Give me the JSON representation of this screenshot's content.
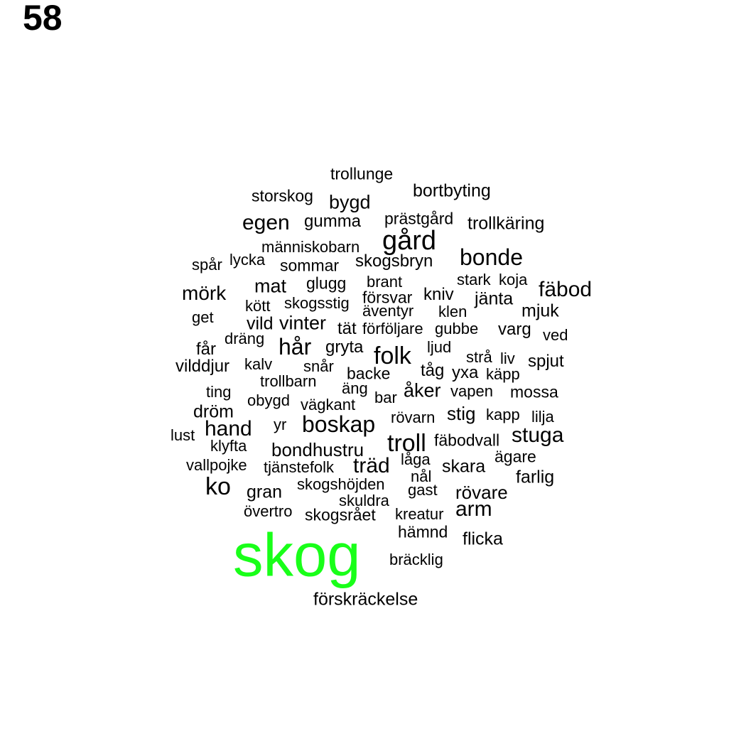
{
  "page_label": "58",
  "highlight_color": "#19ff19",
  "text_color": "#000000",
  "words": [
    {
      "text": "trollunge"
    },
    {
      "text": "storskog"
    },
    {
      "text": "bygd"
    },
    {
      "text": "bortbyting"
    },
    {
      "text": "egen"
    },
    {
      "text": "gumma"
    },
    {
      "text": "prästgård"
    },
    {
      "text": "trollkäring"
    },
    {
      "text": "gård"
    },
    {
      "text": "människobarn"
    },
    {
      "text": "bonde"
    },
    {
      "text": "spår"
    },
    {
      "text": "lycka"
    },
    {
      "text": "sommar"
    },
    {
      "text": "skogsbryn"
    },
    {
      "text": "stark"
    },
    {
      "text": "koja"
    },
    {
      "text": "mörk"
    },
    {
      "text": "mat"
    },
    {
      "text": "glugg"
    },
    {
      "text": "brant"
    },
    {
      "text": "fäbod"
    },
    {
      "text": "försvar"
    },
    {
      "text": "kniv"
    },
    {
      "text": "jänta"
    },
    {
      "text": "kött"
    },
    {
      "text": "skogsstig"
    },
    {
      "text": "äventyr"
    },
    {
      "text": "klen"
    },
    {
      "text": "mjuk"
    },
    {
      "text": "get"
    },
    {
      "text": "vild"
    },
    {
      "text": "vinter"
    },
    {
      "text": "tät"
    },
    {
      "text": "förföljare"
    },
    {
      "text": "gubbe"
    },
    {
      "text": "varg"
    },
    {
      "text": "ved"
    },
    {
      "text": "dräng"
    },
    {
      "text": "hår"
    },
    {
      "text": "gryta"
    },
    {
      "text": "ljud"
    },
    {
      "text": "folk"
    },
    {
      "text": "får"
    },
    {
      "text": "strå"
    },
    {
      "text": "liv"
    },
    {
      "text": "spjut"
    },
    {
      "text": "vilddjur"
    },
    {
      "text": "kalv"
    },
    {
      "text": "snår"
    },
    {
      "text": "backe"
    },
    {
      "text": "tåg"
    },
    {
      "text": "yxa"
    },
    {
      "text": "käpp"
    },
    {
      "text": "trollbarn"
    },
    {
      "text": "äng"
    },
    {
      "text": "åker"
    },
    {
      "text": "vapen"
    },
    {
      "text": "mossa"
    },
    {
      "text": "ting"
    },
    {
      "text": "obygd"
    },
    {
      "text": "bar"
    },
    {
      "text": "vägkant"
    },
    {
      "text": "dröm"
    },
    {
      "text": "rövarn"
    },
    {
      "text": "stig"
    },
    {
      "text": "kapp"
    },
    {
      "text": "lilja"
    },
    {
      "text": "boskap"
    },
    {
      "text": "hand"
    },
    {
      "text": "yr"
    },
    {
      "text": "lust"
    },
    {
      "text": "troll"
    },
    {
      "text": "stuga"
    },
    {
      "text": "fäbodvall"
    },
    {
      "text": "klyfta"
    },
    {
      "text": "bondhustru"
    },
    {
      "text": "ägare"
    },
    {
      "text": "låga"
    },
    {
      "text": "vallpojke"
    },
    {
      "text": "tjänstefolk"
    },
    {
      "text": "träd"
    },
    {
      "text": "skara"
    },
    {
      "text": "farlig"
    },
    {
      "text": "nål"
    },
    {
      "text": "ko"
    },
    {
      "text": "skogshöjden"
    },
    {
      "text": "gast"
    },
    {
      "text": "gran"
    },
    {
      "text": "rövare"
    },
    {
      "text": "skuldra"
    },
    {
      "text": "arm"
    },
    {
      "text": "övertro"
    },
    {
      "text": "skogsrået"
    },
    {
      "text": "kreatur"
    },
    {
      "text": "hämnd"
    },
    {
      "text": "flicka"
    },
    {
      "text": "skog",
      "highlight": true
    },
    {
      "text": "bräcklig"
    },
    {
      "text": "förskräckelse"
    }
  ]
}
